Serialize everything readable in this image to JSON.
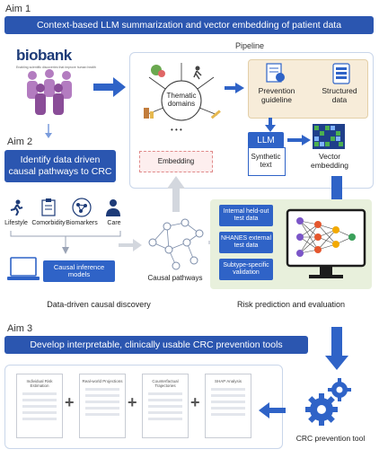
{
  "aim1": {
    "title": "Aim 1",
    "banner": "Context-based LLM summarization and vector embedding of patient data",
    "biobank_logo": "biobank",
    "biobank_tagline": "Enabling scientific discoveries that improve human health",
    "pipeline_label": "Pipeline",
    "thematic_domains": "Thematic domains",
    "dots": "• • •",
    "embedding": "Embedding",
    "prevention_guideline": "Prevention guideline",
    "structured_data": "Structured data",
    "llm": "LLM",
    "synthetic_text": "Synthetic text",
    "vector_embedding": "Vector embedding"
  },
  "aim2": {
    "title": "Aim 2",
    "box": "Identify data driven causal pathways to CRC",
    "factors": [
      {
        "label": "Lifestyle",
        "icon": "runner-icon"
      },
      {
        "label": "Comorbidity",
        "icon": "clipboard-icon"
      },
      {
        "label": "Biomarkers",
        "icon": "molecule-icon"
      },
      {
        "label": "Care",
        "icon": "doctor-icon"
      }
    ],
    "causal_models": "Causal inference models",
    "causal_pathways": "Causal pathways",
    "caption": "Data-driven causal discovery"
  },
  "risk": {
    "validations": [
      "Internal held-out test data",
      "NHANES external test data",
      "Subtype-specific validation"
    ],
    "caption": "Risk prediction and evaluation"
  },
  "aim3": {
    "title": "Aim 3",
    "banner": "Develop interpretable, clinically usable CRC prevention tools",
    "docs": [
      "Individual Risk Estimation",
      "Real-world Projections",
      "Counterfactual Trajectories",
      "SHAP Analysis"
    ],
    "plus": "+",
    "tool_label": "CRC prevention tool"
  },
  "colors": {
    "banner": "#2b56b0",
    "arrow": "#2f63c7",
    "people": "#9b5ea8",
    "panel_border": "#c9d6ea",
    "green_panel": "#e8f0dc",
    "tan_panel": "#f7ecd9"
  }
}
